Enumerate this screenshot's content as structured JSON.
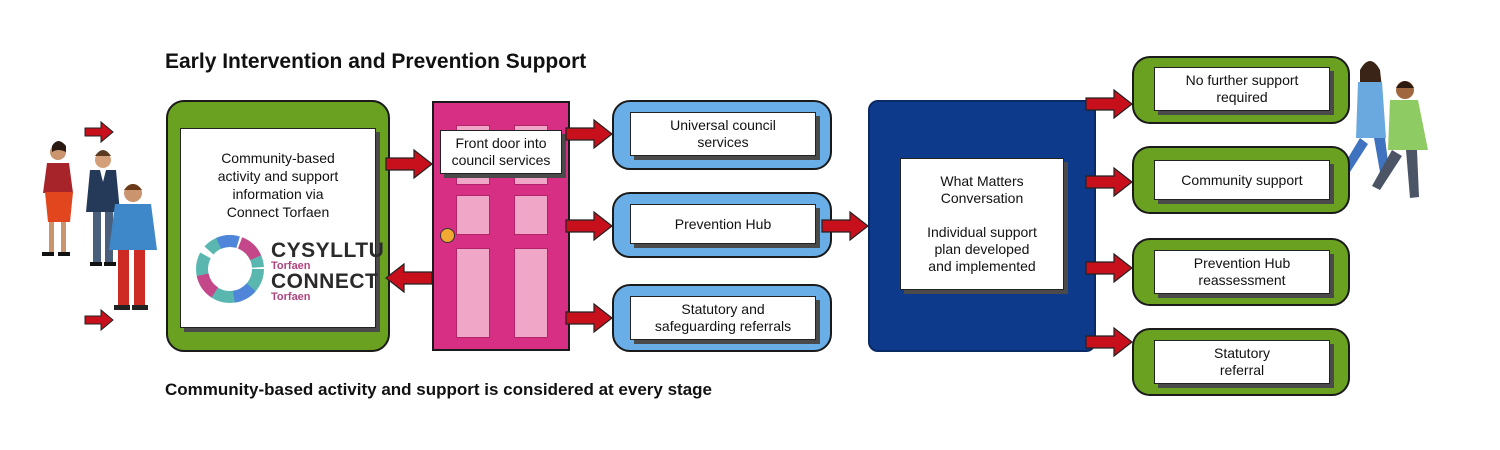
{
  "title": "Early Intervention and Prevention Support",
  "footer": "Community-based activity and support is considered at every stage",
  "community_box": {
    "lines": [
      "Community-based",
      "activity and support",
      "information via",
      "Connect Torfaen"
    ]
  },
  "logo": {
    "line1": "CYSYLLTU",
    "sub1": "Torfaen",
    "line2": "CONNECT",
    "sub2": "Torfaen"
  },
  "front_door": {
    "lines": [
      "Front door into",
      "council services"
    ]
  },
  "services": [
    {
      "lines": [
        "Universal council",
        "services"
      ]
    },
    {
      "lines": [
        "Prevention Hub"
      ]
    },
    {
      "lines": [
        "Statutory and",
        "safeguarding referrals"
      ]
    }
  ],
  "what_matters": {
    "line1": "What Matters",
    "line2": "Conversation",
    "line3": "Individual support",
    "line4": "plan developed",
    "line5": "and implemented"
  },
  "outcomes": [
    {
      "lines": [
        "No further support",
        "required"
      ]
    },
    {
      "lines": [
        "Community support"
      ]
    },
    {
      "lines": [
        "Prevention Hub",
        "reassessment"
      ]
    },
    {
      "lines": [
        "Statutory",
        "referral"
      ]
    }
  ],
  "colors": {
    "green": "#6aa121",
    "blue": "#6aaee8",
    "navy": "#0e3a8c",
    "door": "#d62f84",
    "arrow": "#c8101c"
  }
}
